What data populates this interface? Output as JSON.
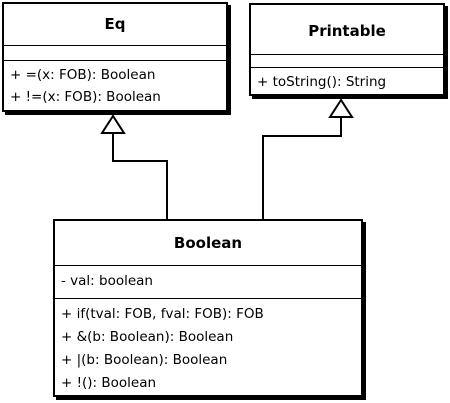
{
  "classes": {
    "eq": {
      "name": "Eq",
      "attributes": [],
      "operations": [
        "+ =(x: FOB): Boolean",
        "+ !=(x: FOB): Boolean"
      ]
    },
    "printable": {
      "name": "Printable",
      "attributes": [],
      "operations": [
        "+ toString(): String"
      ]
    },
    "boolean": {
      "name": "Boolean",
      "attributes": [
        "- val: boolean"
      ],
      "operations": [
        "+ if(tval: FOB, fval: FOB): FOB",
        "+ &(b: Boolean): Boolean",
        "+ |(b: Boolean): Boolean",
        "+ !(): Boolean"
      ]
    }
  },
  "relations": [
    {
      "type": "generalization",
      "from": "boolean",
      "to": "eq"
    },
    {
      "type": "generalization",
      "from": "boolean",
      "to": "printable"
    }
  ]
}
